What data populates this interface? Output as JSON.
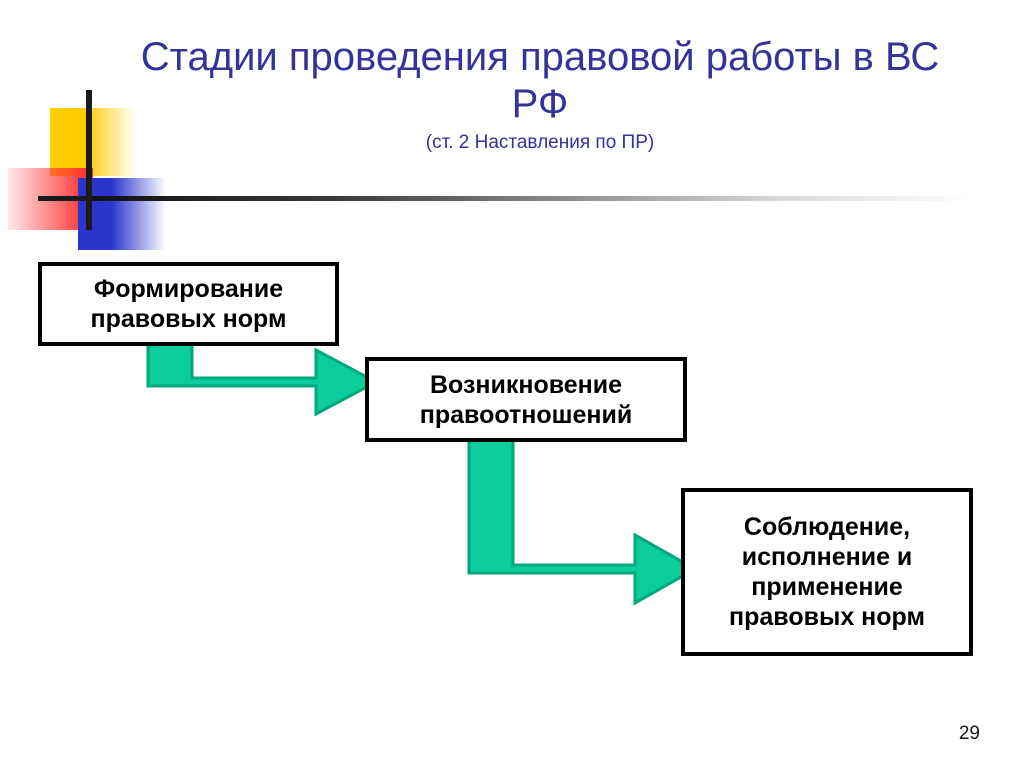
{
  "slide": {
    "page_number": "29",
    "background_color": "#ffffff"
  },
  "title": {
    "text": "Стадии проведения правовой работы в ВС РФ",
    "subtitle": "(ст. 2 Наставления по ПР)",
    "color": "#333399"
  },
  "decor": {
    "yellow_color": "#FFCC00",
    "red_color": "#FF3333",
    "blue_color": "#2B35CC",
    "line_color": "#1A1A1A"
  },
  "diagram": {
    "box_border_color": "#000000",
    "box_fill_color": "#ffffff",
    "arrow_fill_color": "#0BCE9C",
    "arrow_outline_color": "#00A87A",
    "boxes": [
      {
        "id": "box-1",
        "text": "Формирование\nправовых норм"
      },
      {
        "id": "box-2",
        "text": "Возникновение\nправоотношений"
      },
      {
        "id": "box-3",
        "text": "Соблюдение,\nисполнение и\nприменение\nправовых норм"
      }
    ],
    "arrows": [
      {
        "id": "arrow-1",
        "from": "box-1",
        "to": "box-2",
        "shape": "bent-arrow-down-right"
      },
      {
        "id": "arrow-2",
        "from": "box-2",
        "to": "box-3",
        "shape": "bent-arrow-down-right"
      }
    ]
  }
}
